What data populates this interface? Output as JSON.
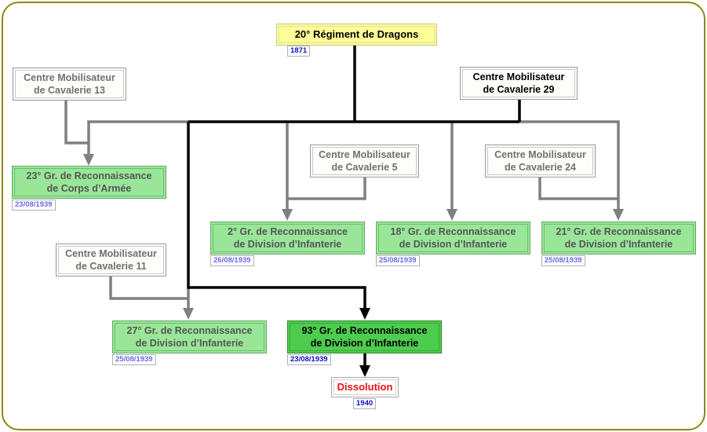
{
  "diagram": {
    "type": "lineage-tree",
    "root": {
      "label": "20° Régiment de Dragons",
      "date": "1871"
    },
    "mobilization_centers": [
      {
        "id": "cm13",
        "line1": "Centre Mobilisateur",
        "line2": "de Cavalerie 13",
        "active": false
      },
      {
        "id": "cm29",
        "line1": "Centre Mobilisateur",
        "line2": "de Cavalerie 29",
        "active": true
      },
      {
        "id": "cm5",
        "line1": "Centre Mobilisateur",
        "line2": "de Cavalerie 5",
        "active": false
      },
      {
        "id": "cm24",
        "line1": "Centre Mobilisateur",
        "line2": "de Cavalerie 24",
        "active": false
      },
      {
        "id": "cm11",
        "line1": "Centre Mobilisateur",
        "line2": "de Cavalerie 11",
        "active": false
      }
    ],
    "units": [
      {
        "id": "gr23",
        "line1": "23° Gr. de Reconnaissance",
        "line2": "de Corps d’Armée",
        "date": "23/08/1939",
        "main": false
      },
      {
        "id": "gr2",
        "line1": "2° Gr. de Reconnaissance",
        "line2": "de Division d’Infanterie",
        "date": "26/08/1939",
        "main": false
      },
      {
        "id": "gr18",
        "line1": "18° Gr. de Reconnaissance",
        "line2": "de Division d’Infanterie",
        "date": "25/08/1939",
        "main": false
      },
      {
        "id": "gr21",
        "line1": "21° Gr. de Reconnaissance",
        "line2": "de Division d’Infanterie",
        "date": "25/08/1939",
        "main": false
      },
      {
        "id": "gr27",
        "line1": "27° Gr. de Reconnaissance",
        "line2": "de Division d’Infanterie",
        "date": "25/08/1939",
        "main": false
      },
      {
        "id": "gr93",
        "line1": "93° Gr. de Reconnaissance",
        "line2": "de Division d’Infanterie",
        "date": "23/08/1939",
        "main": true
      }
    ],
    "end": {
      "label": "Dissolution",
      "date": "1940"
    },
    "edges": [
      {
        "from": "20° Régiment de Dragons",
        "to": "93° Gr. de Reconnaissance de Division d’Infanterie",
        "style": "main"
      },
      {
        "from": "Centre Mobilisateur de Cavalerie 29",
        "to": "93° Gr. de Reconnaissance de Division d’Infanterie",
        "style": "main"
      },
      {
        "from": "Centre Mobilisateur de Cavalerie 13",
        "to": "23° Gr. de Reconnaissance de Corps d’Armée",
        "style": "secondary"
      },
      {
        "from": "Centre Mobilisateur de Cavalerie 5",
        "to": "2° Gr. de Reconnaissance de Division d’Infanterie",
        "style": "secondary"
      },
      {
        "from": "Centre Mobilisateur de Cavalerie 24",
        "to": "21° Gr. de Reconnaissance de Division d’Infanterie",
        "style": "secondary"
      },
      {
        "from": "Centre Mobilisateur de Cavalerie 11",
        "to": "27° Gr. de Reconnaissance de Division d’Infanterie",
        "style": "secondary"
      },
      {
        "from": "20° Régiment de Dragons",
        "to": "18° Gr. de Reconnaissance de Division d’Infanterie",
        "style": "secondary"
      },
      {
        "from": "93° Gr. de Reconnaissance de Division d’Infanterie",
        "to": "Dissolution",
        "style": "main"
      }
    ],
    "colors": {
      "frame": "#8a8a10",
      "main_line": "#000000",
      "secondary_line": "#808080",
      "regiment_fill": "#ffff99",
      "unit_fill": "#99e699",
      "main_unit_fill": "#4dcc4d",
      "dissolution_text": "#ee1111",
      "date_text": "#6a6aee"
    }
  }
}
